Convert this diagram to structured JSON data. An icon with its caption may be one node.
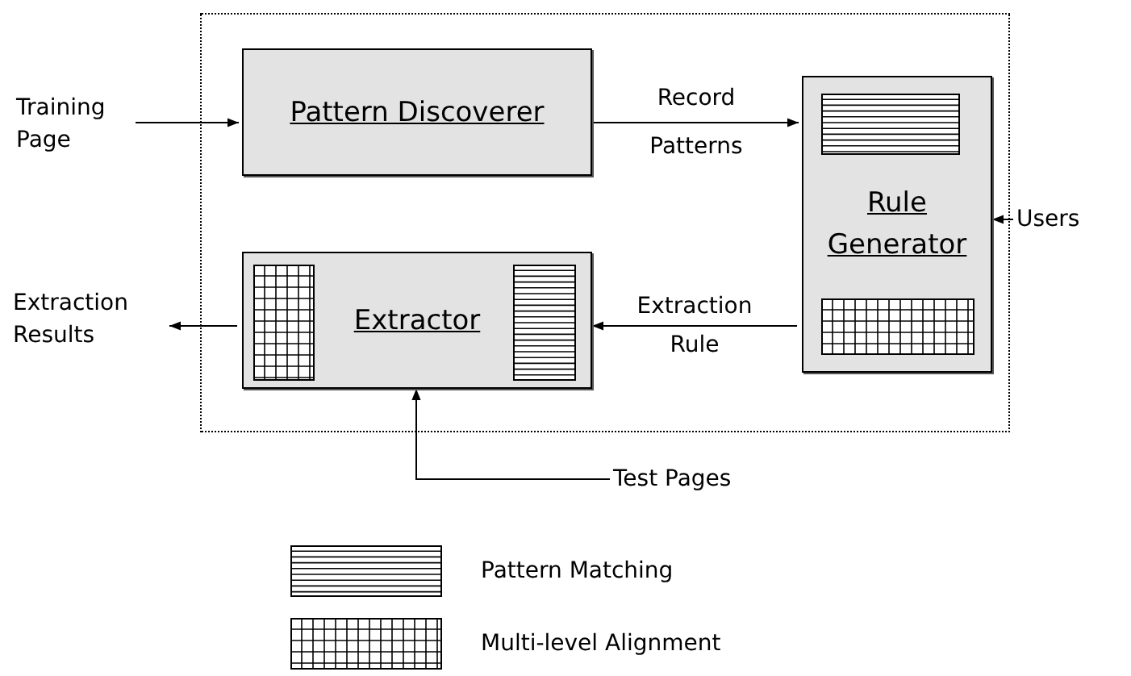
{
  "diagram": {
    "nodes": [
      {
        "text": [],
        "shape": "box"
      },
      {
        "text": [
          "Training Page"
        ]
      },
      {
        "text": [
          "Pattern Discoverer"
        ],
        "in": 0
      },
      {
        "text": [
          "Rule Generator"
        ],
        "in": 0
      },
      {
        "text": [
          "Users"
        ]
      },
      {
        "text": [
          "Extractor"
        ],
        "in": 0
      },
      {
        "text": [
          "Extraction Results"
        ]
      },
      {
        "text": [
          "Test Pages"
        ]
      }
    ],
    "edges": [
      {
        "from": 1,
        "to": 2,
        "arrow": "to"
      },
      {
        "from": 2,
        "to": 3,
        "arrow": "to",
        "label": "Record Patterns"
      },
      {
        "from": 4,
        "to": 3,
        "arrow": "to"
      },
      {
        "from": 3,
        "to": 5,
        "arrow": "to",
        "label": "Extraction Rule"
      },
      {
        "from": 5,
        "to": 6,
        "arrow": "to"
      },
      {
        "from": 7,
        "to": 5,
        "arrow": "to"
      }
    ],
    "legend": [
      {
        "text": "Pattern Matching"
      },
      {
        "text": "Multi-level Alignment"
      }
    ]
  }
}
